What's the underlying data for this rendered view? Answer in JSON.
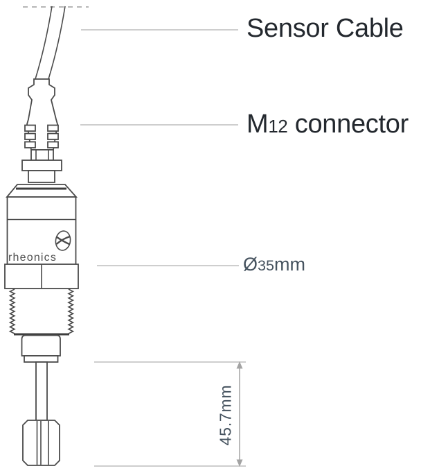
{
  "labels": {
    "sensor_cable": "Sensor Cable",
    "m12_prefix": "M",
    "m12_digits": "12",
    "m12_rest": " connector",
    "dia_symbol": "Ø",
    "dia_digits": "35",
    "dia_unit": "mm",
    "length": "45.7mm"
  },
  "device": {
    "brand": "rheonics",
    "logo_icon": "rheonics-resonator-icon",
    "drawing_parts": [
      "cable-break-line",
      "sensor-cable",
      "m12-connector",
      "connector-coupling-nut",
      "sensor-body",
      "mounting-hex-nut",
      "process-thread",
      "sensor-stem",
      "sensor-tip"
    ]
  },
  "dimensions": {
    "body_diameter": "Ø35mm",
    "tip_length": "45.7mm"
  },
  "colors": {
    "background": "#ffffff",
    "outline": "#4a4a4a",
    "dark_band": "#3d3d3d",
    "label_text": "#23282e",
    "dimension_text": "#46535f",
    "dimension_line": "#bdbdbd",
    "arrow": "#a3a3a3",
    "brand_text": "#4f4f4f"
  }
}
